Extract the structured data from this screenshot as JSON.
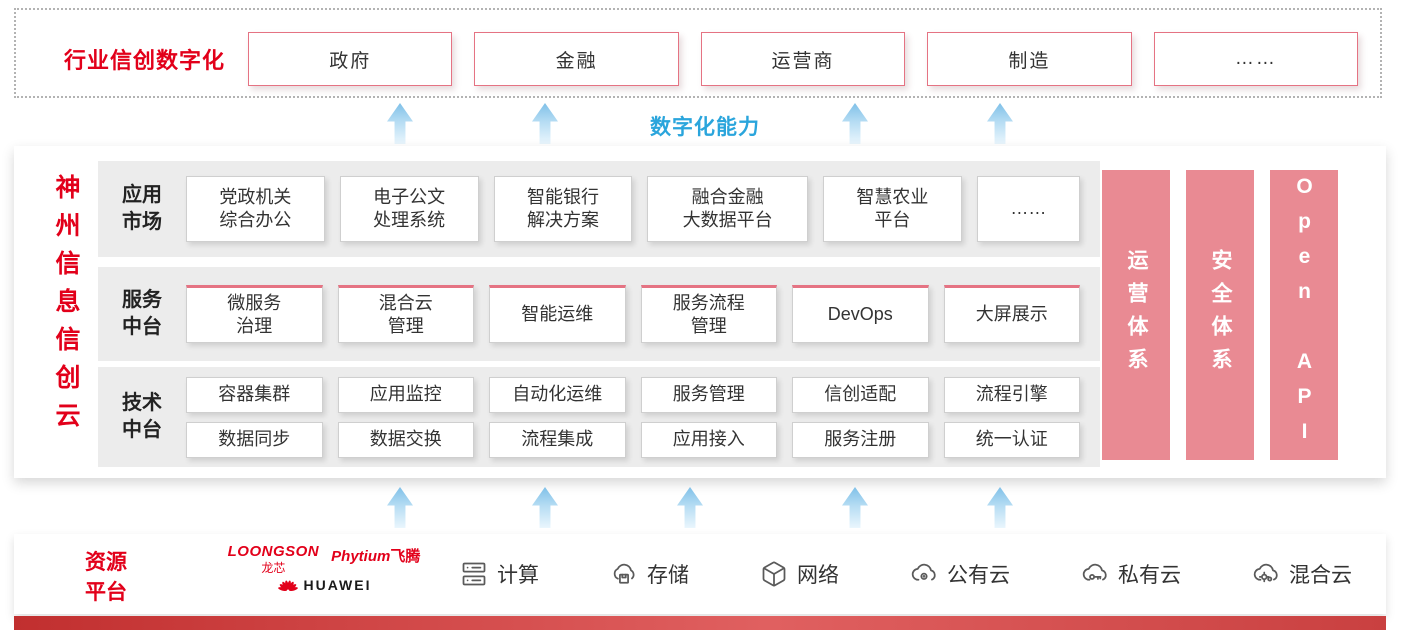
{
  "colors": {
    "accent_red": "#e2001a",
    "pillar_pink": "#e98a93",
    "capability_blue": "#2aa5dc",
    "arrow_blue": "#7fc0e8",
    "row_background": "#ececec",
    "box_border_pink": "#e57383"
  },
  "top_band": {
    "label": "行业信创数字化",
    "items": [
      "政府",
      "金融",
      "运营商",
      "制造",
      "……"
    ]
  },
  "capability_label": "数字化能力",
  "platform": {
    "side_label": "神州信息信创云",
    "rows": [
      {
        "label": "应用\n市场",
        "items": [
          "党政机关\n综合办公",
          "电子公文\n处理系统",
          "智能银行\n解决方案",
          "融合金融\n大数据平台",
          "智慧农业\n平台",
          "……"
        ]
      },
      {
        "label": "服务\n中台",
        "items": [
          "微服务\n治理",
          "混合云\n管理",
          "智能运维",
          "服务流程\n管理",
          "DevOps",
          "大屏展示"
        ]
      },
      {
        "label": "技术\n中台",
        "items_top": [
          "容器集群",
          "应用监控",
          "自动化运维",
          "服务管理",
          "信创适配",
          "流程引擎"
        ],
        "items_bottom": [
          "数据同步",
          "数据交换",
          "流程集成",
          "应用接入",
          "服务注册",
          "统一认证"
        ]
      }
    ],
    "pillars": [
      "运营体系",
      "安全体系",
      "Open API"
    ]
  },
  "resources": {
    "label": "资源\n平台",
    "vendors": {
      "loongson": "LOONGSON",
      "loongson_cn": "龙芯",
      "phytium": "Phytium",
      "phytium_cn": "飞腾",
      "huawei": "HUAWEI"
    },
    "items": [
      {
        "name": "compute",
        "label": "计算"
      },
      {
        "name": "storage",
        "label": "存储"
      },
      {
        "name": "network",
        "label": "网络"
      },
      {
        "name": "public-cloud",
        "label": "公有云"
      },
      {
        "name": "private-cloud",
        "label": "私有云"
      },
      {
        "name": "hybrid-cloud",
        "label": "混合云"
      }
    ]
  }
}
